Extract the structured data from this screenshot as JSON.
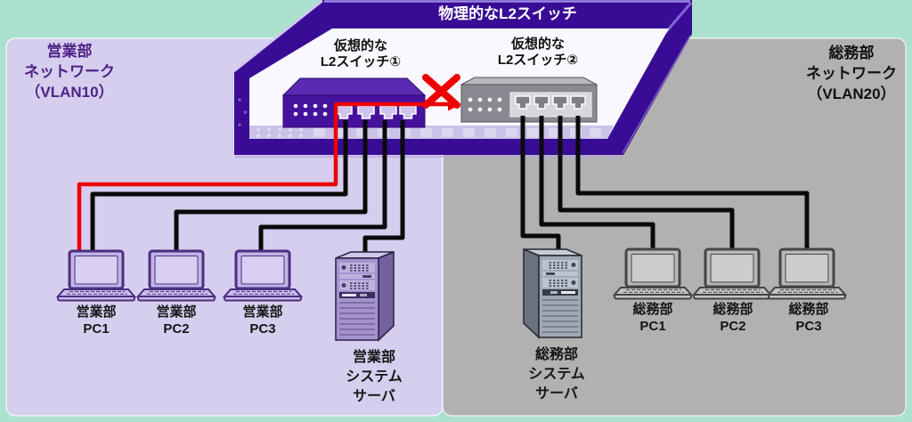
{
  "title": "物理的なL2スイッチ",
  "labels": {
    "vswitch1": [
      "仮想的な",
      "L2スイッチ①"
    ],
    "vswitch2": [
      "仮想的な",
      "L2スイッチ②"
    ],
    "sales_network": [
      "営業部",
      "ネットワーク",
      "（VLAN10）"
    ],
    "admin_network": [
      "総務部",
      "ネットワーク",
      "（VLAN20）"
    ],
    "sales_pc1": [
      "営業部",
      "PC1"
    ],
    "sales_pc2": [
      "営業部",
      "PC2"
    ],
    "sales_pc3": [
      "営業部",
      "PC3"
    ],
    "sales_server": [
      "営業部",
      "システム",
      "サーバ"
    ],
    "admin_server": [
      "総務部",
      "システム",
      "サーバ"
    ],
    "admin_pc1": [
      "総務部",
      "PC1"
    ],
    "admin_pc2": [
      "総務部",
      "PC2"
    ],
    "admin_pc3": [
      "総務部",
      "PC3"
    ]
  },
  "connections": {
    "vswitch1_devices": [
      "営業部PC1",
      "営業部PC2",
      "営業部PC3",
      "営業部システムサーバ"
    ],
    "vswitch2_devices": [
      "総務部システムサーバ",
      "総務部PC1",
      "総務部PC2",
      "総務部PC3"
    ],
    "blocked_link": {
      "from": "仮想的なL2スイッチ①",
      "to": "仮想的なL2スイッチ②",
      "status": "blocked",
      "highlighted_path_from": "営業部PC1"
    }
  },
  "colors": {
    "background_teal": "#abe1ce",
    "sales_region": "#d6ceee",
    "admin_region": "#b1b1b1",
    "physical_switch_purple": "#390c95",
    "virtual_switch1_purple": "#44129d",
    "virtual_switch2_gray": "#898991",
    "cable_black": "#0a0a0a",
    "blocked_red": "#ee0000",
    "sales_text_purple": "#4e2387"
  }
}
